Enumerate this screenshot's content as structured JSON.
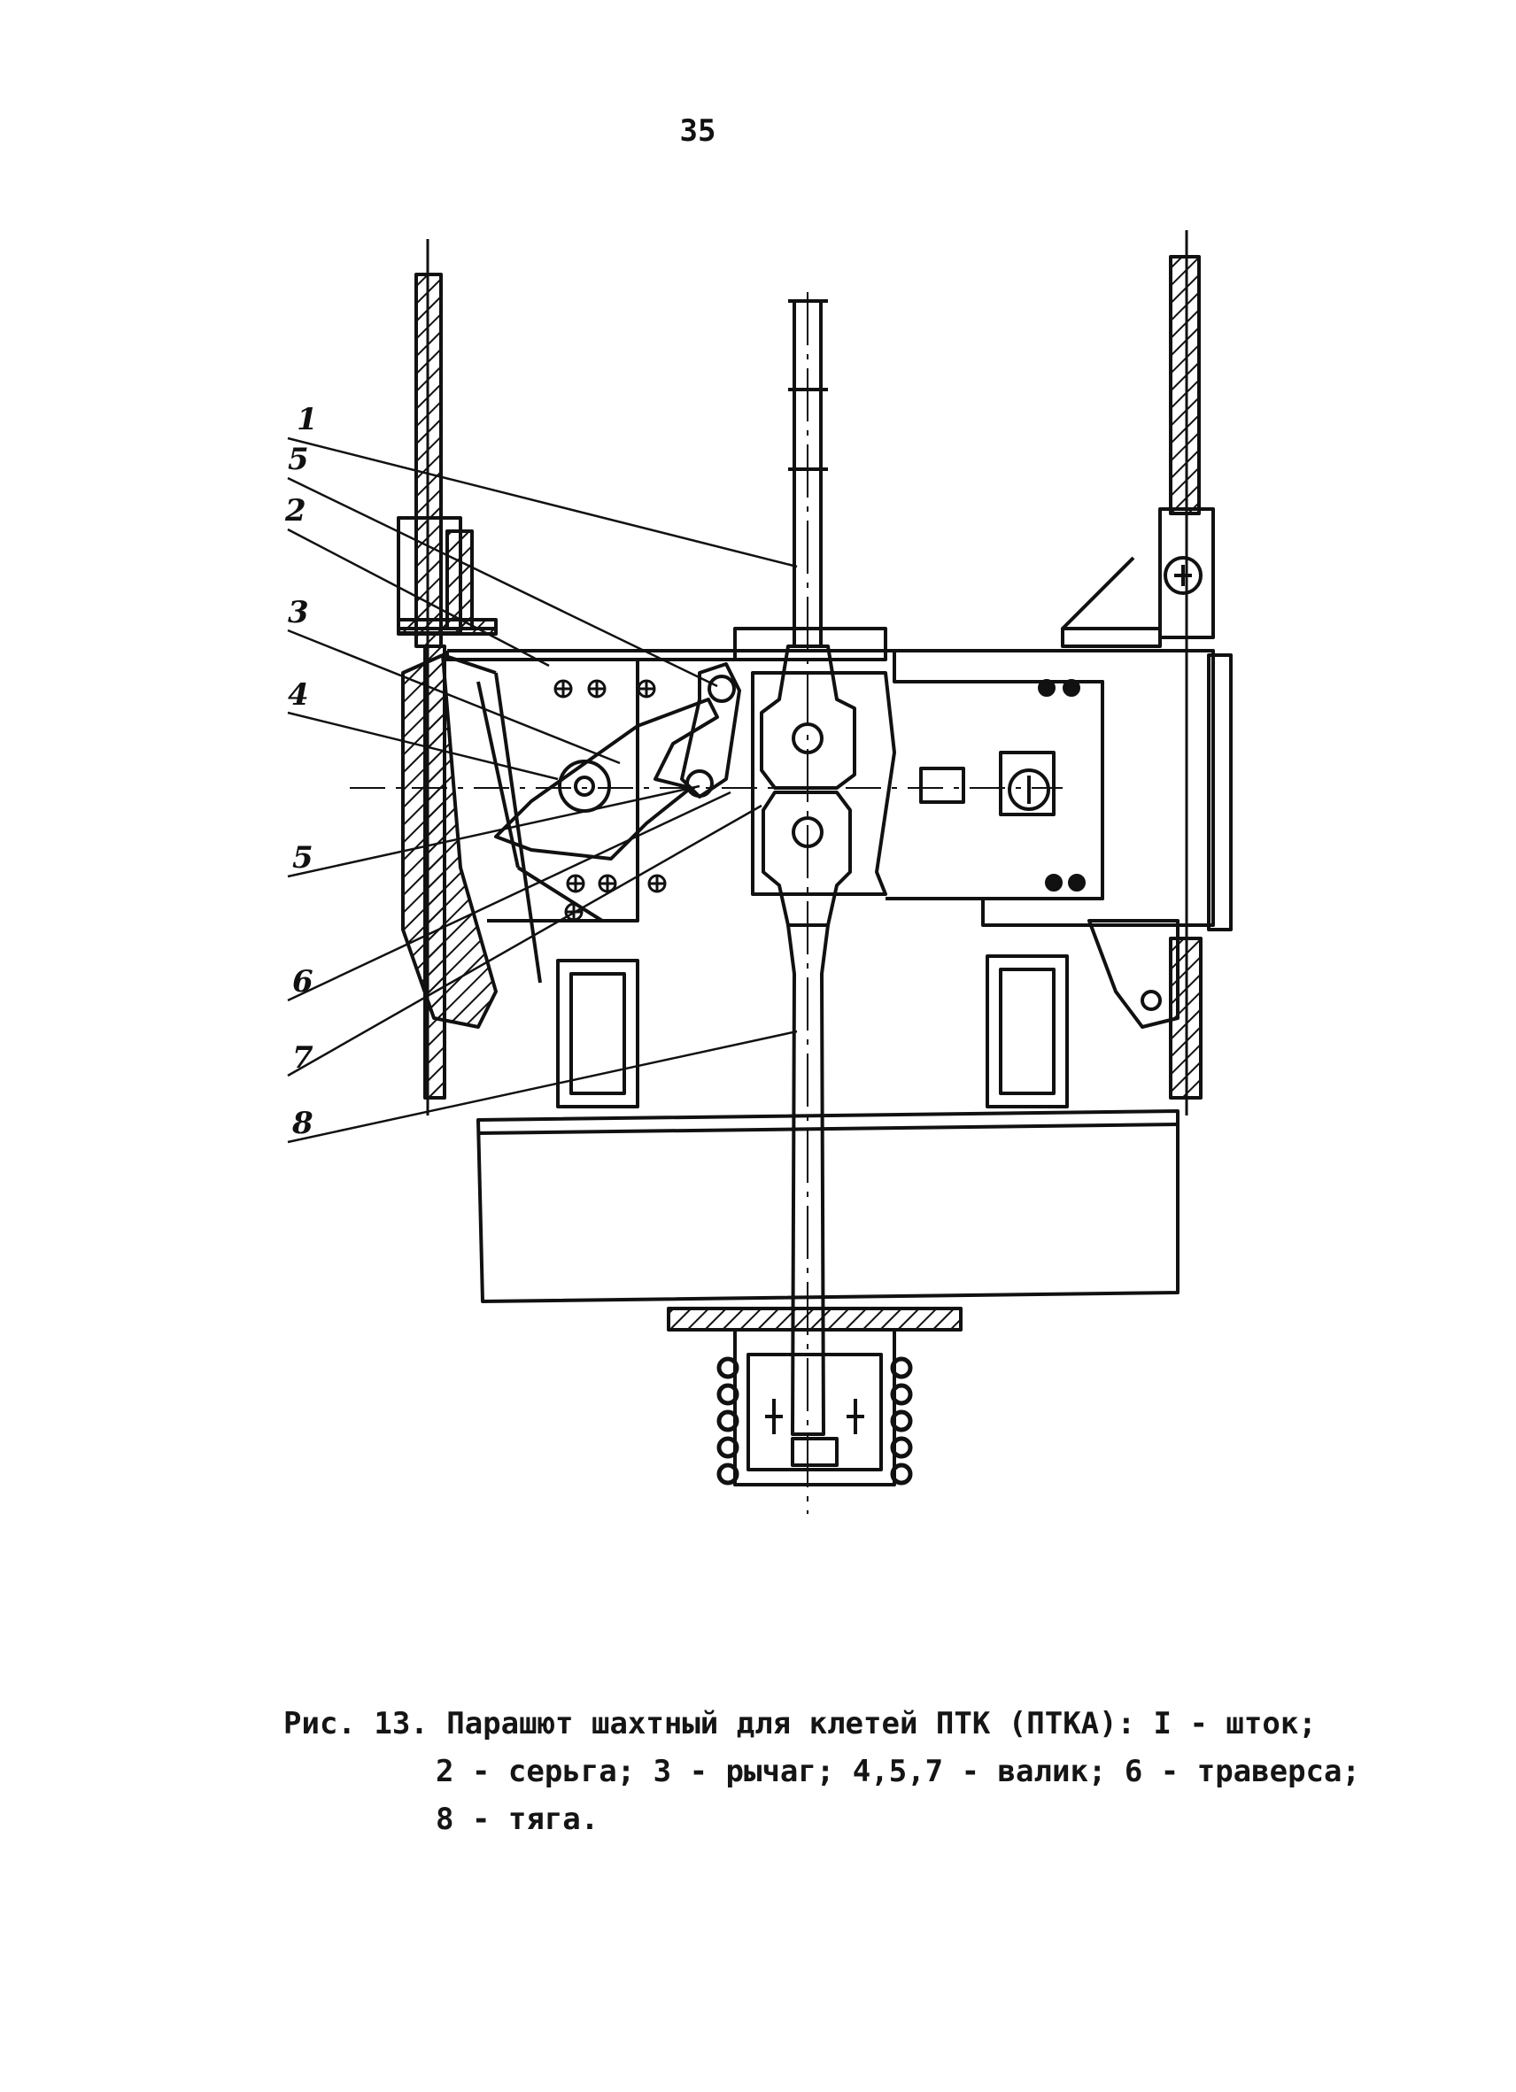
{
  "page": {
    "number": "35"
  },
  "figure": {
    "callouts": [
      {
        "id": "c1",
        "label": "1"
      },
      {
        "id": "c5a",
        "label": "5"
      },
      {
        "id": "c2",
        "label": "2"
      },
      {
        "id": "c3",
        "label": "3"
      },
      {
        "id": "c4",
        "label": "4"
      },
      {
        "id": "c5b",
        "label": "5"
      },
      {
        "id": "c6",
        "label": "6"
      },
      {
        "id": "c7",
        "label": "7"
      },
      {
        "id": "c8",
        "label": "8"
      }
    ]
  },
  "caption": {
    "line1": "Рис. 13. Парашют шахтный для клетей ПТК (ПТКА): I - шток;",
    "line2": "2 - серьга; 3 - рычаг; 4,5,7 - валик; 6 - траверса;",
    "line3": "8 - тяга."
  }
}
